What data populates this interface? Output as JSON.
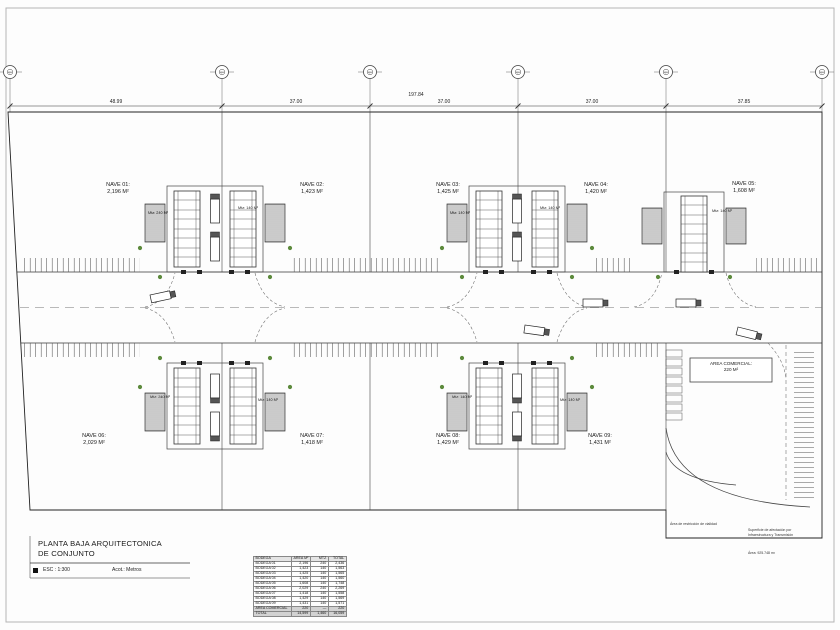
{
  "drawing": {
    "axis_labels": [
      "eje",
      "eje",
      "eje",
      "eje",
      "eje",
      "eje"
    ],
    "dimensions": {
      "segments": [
        "48.99",
        "37.00",
        "37.00",
        "37.00",
        "37.85"
      ],
      "total": "197.84"
    },
    "naves": [
      {
        "name": "NAVE 01:",
        "area": "2,196 M²"
      },
      {
        "name": "NAVE 02:",
        "area": "1,423 M²"
      },
      {
        "name": "NAVE 03:",
        "area": "1,425 M²"
      },
      {
        "name": "NAVE 04:",
        "area": "1,420 M²"
      },
      {
        "name": "NAVE 05:",
        "area": "1,608 M²"
      },
      {
        "name": "NAVE 06:",
        "area": "2,029 M²"
      },
      {
        "name": "NAVE 07:",
        "area": "1,418 M²"
      },
      {
        "name": "NAVE 08:",
        "area": "1,429 M²"
      },
      {
        "name": "NAVE 09:",
        "area": "1,431 M²"
      }
    ],
    "mezzanines": [
      "Mtz: 240 M²",
      "Mtz: 140 M²",
      "Mtz: 140 M²",
      "Mtz: 140 M²",
      "Mtz: 140 M²",
      "Mtz: 240 M²",
      "Mtz: 140 M²",
      "Mtz: 140 M²",
      "Mtz: 140 M²"
    ],
    "commercial": {
      "line1": "AREA COMERCIAL:",
      "line2": "220 M²"
    },
    "notes": {
      "restriction": "Área de restricción de vialidad",
      "easement1": "Superficie de afectación por",
      "easement2": "Infraestructura y Transmisión",
      "easement_area": "Área: 925.748 m²"
    },
    "title_block": {
      "line1": "PLANTA BAJA ARQUITECTONICA",
      "line2": "DE CONJUNTO",
      "scale": "ESC : 1:300",
      "units": "Acot.: Metros"
    },
    "areas_table": {
      "header": [
        "BODEGA",
        "AREA M²",
        "MTZ",
        "TOTAL"
      ],
      "rows": [
        [
          "BODEGA 01",
          "2,196",
          "240",
          "2,436"
        ],
        [
          "BODEGA 02",
          "1,423",
          "140",
          "1,563"
        ],
        [
          "BODEGA 03",
          "1,425",
          "140",
          "1,565"
        ],
        [
          "BODEGA 04",
          "1,420",
          "140",
          "1,560"
        ],
        [
          "BODEGA 05",
          "1,608",
          "140",
          "1,748"
        ],
        [
          "BODEGA 06",
          "2,029",
          "240",
          "2,269"
        ],
        [
          "BODEGA 07",
          "1,418",
          "140",
          "1,558"
        ],
        [
          "BODEGA 08",
          "1,429",
          "140",
          "1,569"
        ],
        [
          "BODEGA 09",
          "1,431",
          "140",
          "1,571"
        ],
        [
          "AREA COMERCIAL",
          "220",
          "—",
          "220"
        ],
        [
          "TOTAL",
          "14,599",
          "1,460",
          "16,059"
        ]
      ]
    }
  }
}
